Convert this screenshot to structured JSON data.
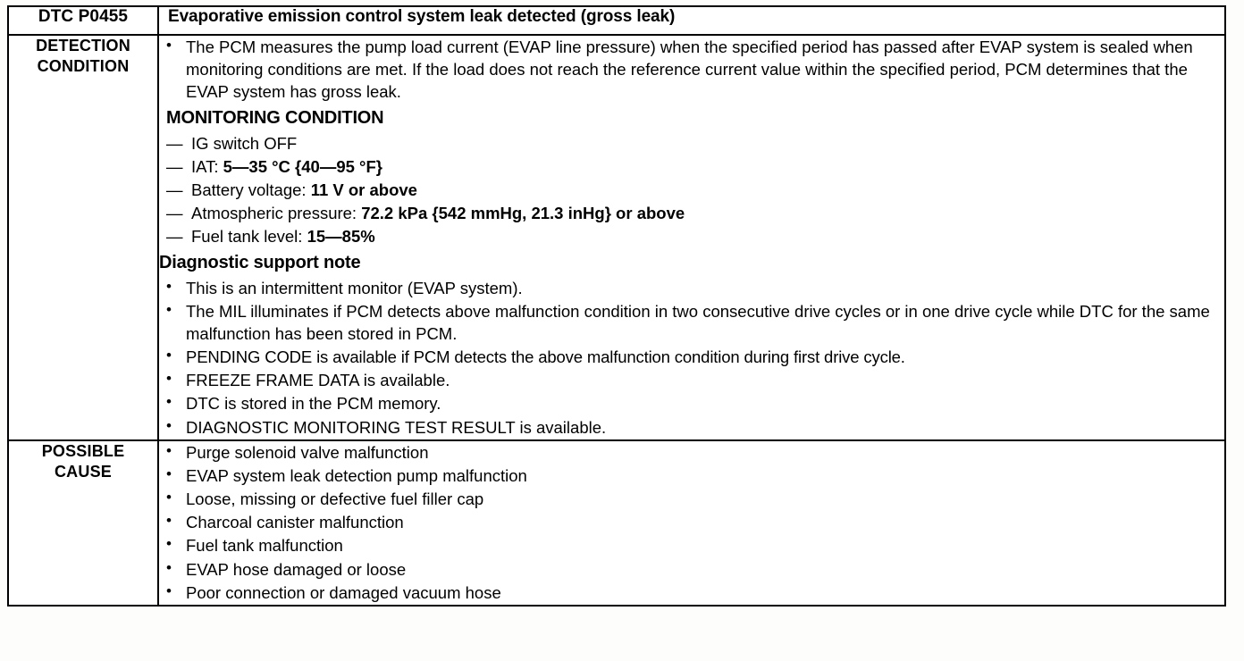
{
  "table": {
    "header": {
      "dtc_code": "DTC P0455",
      "title": "Evaporative emission control system leak detected (gross leak)"
    },
    "rows": [
      {
        "label": "DETECTION\nCONDITION",
        "label_line1": "DETECTION",
        "label_line2": "CONDITION",
        "intro_bullets": [
          "The PCM measures the pump load current (EVAP line pressure) when the specified period has passed after EVAP system is sealed when monitoring conditions are met. If the load does not reach the reference current value within the specified period, PCM determines that the EVAP system has gross leak."
        ],
        "monitoring_condition": {
          "heading": "MONITORING CONDITION",
          "items": [
            {
              "label": "IG switch OFF",
              "value": ""
            },
            {
              "label": "IAT: ",
              "value": "5—35 °C {40—95 °F}"
            },
            {
              "label": "Battery voltage: ",
              "value": "11 V or above"
            },
            {
              "label": "Atmospheric pressure: ",
              "value": "72.2 kPa {542 mmHg, 21.3 inHg} or above"
            },
            {
              "label": "Fuel tank level: ",
              "value": "15—85%"
            }
          ]
        },
        "diagnostic_support_note": {
          "heading": "Diagnostic support note",
          "items": [
            "This is an intermittent monitor (EVAP system).",
            "The MIL illuminates if PCM detects above malfunction condition in two consecutive drive cycles or in one drive cycle while DTC for the same malfunction has been stored in PCM.",
            "PENDING CODE is available if PCM detects the above malfunction condition during first drive cycle.",
            "FREEZE FRAME DATA is available.",
            "DTC is stored in the PCM memory.",
            "DIAGNOSTIC MONITORING TEST RESULT is available."
          ]
        }
      },
      {
        "label_line1": "POSSIBLE",
        "label_line2": "CAUSE",
        "items": [
          "Purge solenoid valve malfunction",
          "EVAP system leak detection pump malfunction",
          "Loose, missing or defective fuel filler cap",
          "Charcoal canister malfunction",
          "Fuel tank malfunction",
          "EVAP hose damaged or loose",
          "Poor connection or damaged vacuum hose"
        ]
      }
    ]
  }
}
